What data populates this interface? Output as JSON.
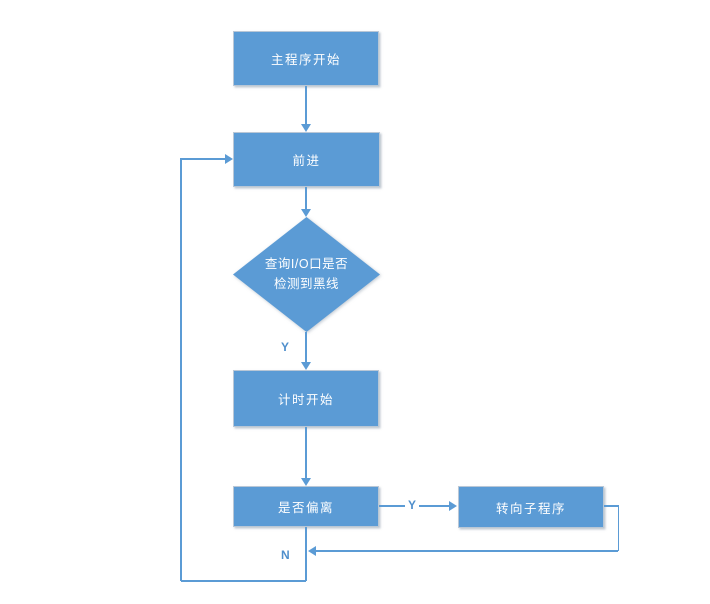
{
  "diagram": {
    "background_color": "#ffffff",
    "node_fill_color": "#5b9bd5",
    "node_text_color": "#ffffff",
    "connector_color": "#5b9bd5",
    "edge_label_color": "#4f8fcc",
    "nodes": {
      "start": {
        "type": "process",
        "label": "主程序开始"
      },
      "forward": {
        "type": "process",
        "label": "前进"
      },
      "check_io": {
        "type": "decision",
        "label": "查询I/O口是否\n检测到黑线"
      },
      "timing": {
        "type": "process",
        "label": "计时开始"
      },
      "deviate": {
        "type": "process",
        "label": "是否偏离"
      },
      "turn_sub": {
        "type": "process",
        "label": "转向子程序"
      }
    },
    "edge_labels": {
      "io_detected_yes": "Y",
      "deviate_yes": "Y",
      "deviate_no": "N"
    }
  }
}
